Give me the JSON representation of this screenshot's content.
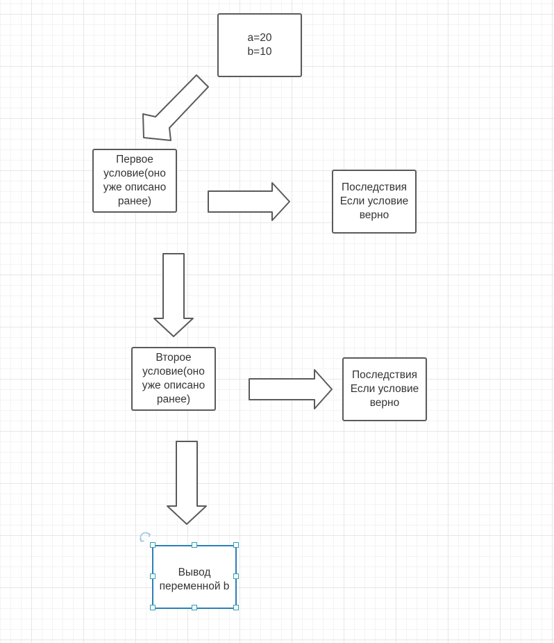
{
  "diagram": {
    "nodes": {
      "vars": "a=20\nb=10",
      "cond1": "Первое\nусловие(оно\nуже описано\nранее)",
      "result1": "Последствия\nЕсли условие\nверно",
      "cond2": "Второе\nусловие(оно\nуже описано\nранее)",
      "result2": "Последствия\nЕсли условие\nверно",
      "output": "Вывод\nпеременной b"
    },
    "selected_node": "output"
  },
  "colors": {
    "shape_stroke": "#5a5a5a",
    "text": "#333333",
    "selection": "#2b9fb8",
    "grid_major": "#e6e6e6",
    "grid_minor": "#f3f3f3"
  }
}
